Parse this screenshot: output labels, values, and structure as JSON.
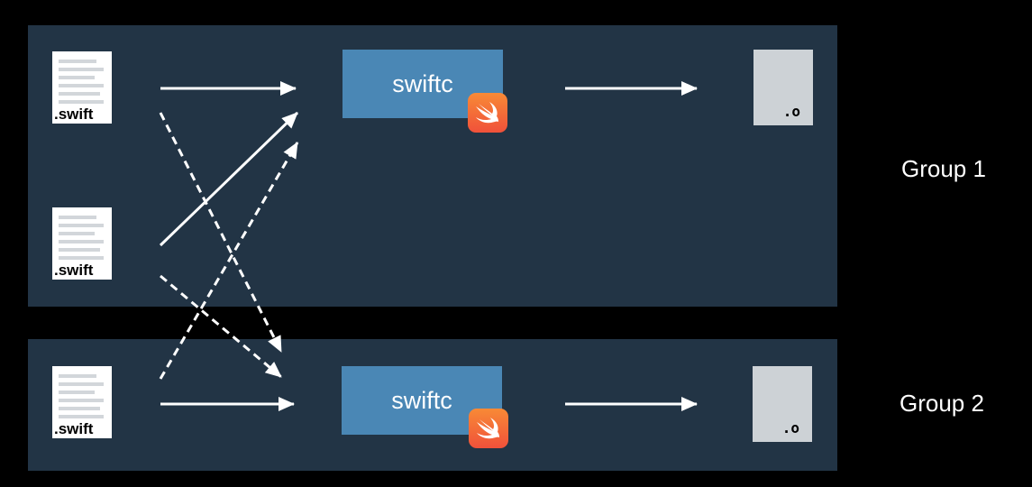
{
  "groups": [
    {
      "label": "Group 1"
    },
    {
      "label": "Group 2"
    }
  ],
  "source_file_label": ".swift",
  "compiler_label": "swiftc",
  "object_file_label": ".o",
  "colors": {
    "background": "#000000",
    "panel": "#223445",
    "compiler_box": "#4a87b5",
    "object_file": "#cdd2d6",
    "arrow": "#ffffff"
  },
  "icons": [
    "document-icon",
    "swift-logo-icon",
    "object-file-icon",
    "arrow-icon",
    "dashed-arrow-icon"
  ]
}
